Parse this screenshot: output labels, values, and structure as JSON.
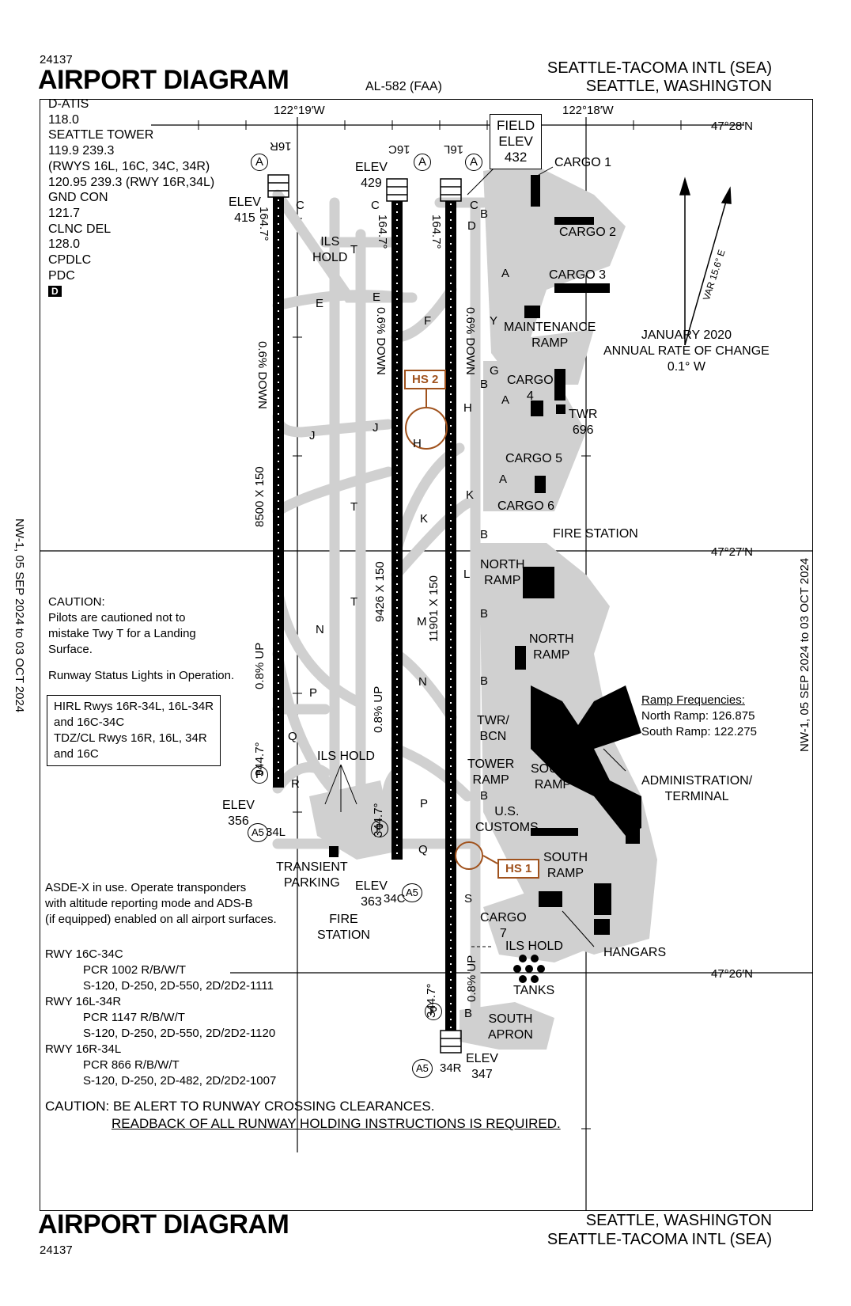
{
  "header": {
    "chart_number": "24137",
    "title": "AIRPORT DIAGRAM",
    "doc_id": "AL-582 (FAA)",
    "airport": "SEATTLE-TACOMA INTL (SEA)",
    "city": "SEATTLE, WASHINGTON"
  },
  "footer": {
    "title": "AIRPORT DIAGRAM",
    "chart_number": "24137",
    "city": "SEATTLE, WASHINGTON",
    "airport": "SEATTLE-TACOMA INTL (SEA)"
  },
  "side_margin": {
    "left": "NW-1, 05 SEP 2024 to 03 OCT 2024",
    "right": "NW-1, 05 SEP 2024 to 03 OCT 2024"
  },
  "frequencies": [
    "D-ATIS",
    "118.0",
    "SEATTLE TOWER",
    "119.9  239.3",
    "(RWYS 16L, 16C, 34C, 34R)",
    "120.95  239.3 (RWY 16R,34L)",
    "GND CON",
    "121.7",
    "CLNC DEL",
    "128.0",
    "CPDLC",
    "PDC"
  ],
  "pdc_badge": "D",
  "coordinates": {
    "lon1": "122°19′W",
    "lon2": "122°18′W",
    "lat1": "47°28′N",
    "lat2": "47°27′N",
    "lat3": "47°26′N"
  },
  "field_elev": {
    "line1": "FIELD",
    "line2": "ELEV",
    "value": "432"
  },
  "runways": {
    "r16R": "16R",
    "r16C": "16C",
    "r16L": "16L",
    "r34L": "34L",
    "r34C": "34C",
    "r34R": "34R",
    "len_west": "8500 X 150",
    "len_center": "9426 X 150",
    "len_east": "11901 X 150",
    "heading_north": "164.7°",
    "heading_south": "344.7°",
    "slope_down": "0.6% DOWN",
    "slope_down_c": "0.6% DOWN",
    "slope_down_e": "0.6% DOWN",
    "slope_up": "0.8% UP"
  },
  "elevations": {
    "e415": "415",
    "e429": "429",
    "e356": "356",
    "e363": "363",
    "e347": "347",
    "label": "ELEV"
  },
  "taxiways": [
    "C",
    "C",
    "C",
    "D",
    "E",
    "E",
    "F",
    "G",
    "H",
    "H",
    "J",
    "J",
    "K",
    "K",
    "L",
    "M",
    "N",
    "N",
    "P",
    "P",
    "Q",
    "Q",
    "R",
    "S",
    "T",
    "T",
    "T",
    "Y",
    "A",
    "A",
    "A",
    "B",
    "B",
    "B",
    "B",
    "B",
    "B",
    "B"
  ],
  "facilities": {
    "cargo1": "CARGO 1",
    "cargo2": "CARGO 2",
    "cargo3": "CARGO 3",
    "maintenance": "MAINTENANCE",
    "ramp": "RAMP",
    "cargo4": "CARGO",
    "cargo4n": "4",
    "twr": "TWR",
    "twr_h": "696",
    "cargo5": "CARGO 5",
    "cargo6": "CARGO 6",
    "fire_station": "FIRE STATION",
    "north_ramp1": "NORTH",
    "north_ramp1b": "RAMP",
    "north_ramp2": "NORTH",
    "north_ramp2b": "RAMP",
    "twr_bcn": "TWR/",
    "bcn": "BCN",
    "tower_ramp": "TOWER",
    "tower_ramp_b": "RAMP",
    "south_ramp1": "SOUTH",
    "south_ramp1b": "RAMP",
    "admin": "ADMINISTRATION/",
    "admin_b": "TERMINAL",
    "customs": "U.S.",
    "customs_b": "CUSTOMS",
    "south_ramp2": "SOUTH",
    "south_ramp2b": "RAMP",
    "cargo7": "CARGO",
    "cargo7n": "7",
    "hangars": "HANGARS",
    "tanks": "TANKS",
    "south_apron": "SOUTH",
    "south_apron_b": "APRON",
    "transient": "TRANSIENT",
    "parking": "PARKING",
    "fire2": "FIRE",
    "fire2b": "STATION",
    "ils_hold": "ILS HOLD",
    "ils_hold_n": "ILS",
    "hold_n": "HOLD",
    "ils_hold_s": "ILS HOLD"
  },
  "hot_spots": {
    "hs1": "HS 1",
    "hs2": "HS 2"
  },
  "magvar": {
    "var": "VAR 15.6° E",
    "date": "JANUARY 2020",
    "rate_label": "ANNUAL RATE OF CHANGE",
    "rate": "0.1° W"
  },
  "ramp_freq": {
    "title": "Ramp Frequencies:",
    "north": "North Ramp: 126.875",
    "south": "South Ramp: 122.275"
  },
  "notes": {
    "caution_title": "CAUTION:",
    "caution_body": [
      "Pilots are cautioned not to",
      "mistake Twy T for a Landing",
      "Surface."
    ],
    "rwsl": "Runway Status Lights in Operation.",
    "lights": [
      "HIRL Rwys 16R-34L, 16L-34R",
      "and 16C-34C",
      "TDZ/CL Rwys 16R, 16L, 34R",
      "and 16C"
    ],
    "asdex": [
      "ASDE-X in use. Operate transponders",
      "with altitude reporting mode and ADS-B",
      "(if equipped) enabled on all airport surfaces."
    ],
    "pcr": [
      "RWY 16C-34C",
      "PCR 1002 R/B/W/T",
      "S-120, D-250, 2D-550, 2D/2D2-1111",
      "RWY 16L-34R",
      "PCR 1147 R/B/W/T",
      "S-120, D-250, 2D-550, 2D/2D2-1120",
      "RWY 16R-34L",
      "PCR 866 R/B/W/T",
      "S-120, D-250, 2D-482, 2D/2D2-1007"
    ],
    "crossing": "CAUTION: BE ALERT TO RUNWAY CROSSING CLEARANCES.",
    "readback": "READBACK OF ALL RUNWAY HOLDING INSTRUCTIONS IS REQUIRED."
  },
  "symbols": {
    "a": "A",
    "a5": "A5",
    "p": "P"
  }
}
